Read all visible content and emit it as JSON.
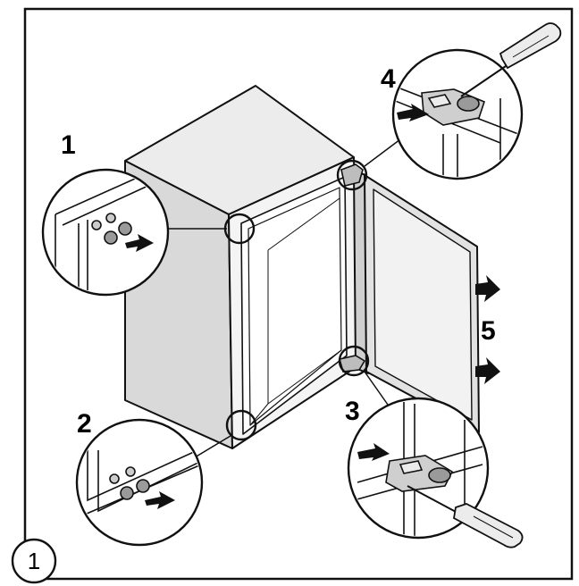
{
  "figure": {
    "number": "1",
    "steps": [
      "1",
      "2",
      "3",
      "4",
      "5"
    ]
  },
  "colors": {
    "ink": "#111111",
    "cabinet_side": "#d9d9d9",
    "cabinet_top": "#ececec",
    "cabinet_front": "#f4f4f4",
    "interior": "#ffffff",
    "door_face": "#e2e2e2",
    "screwdriver_handle": "#ececec"
  }
}
